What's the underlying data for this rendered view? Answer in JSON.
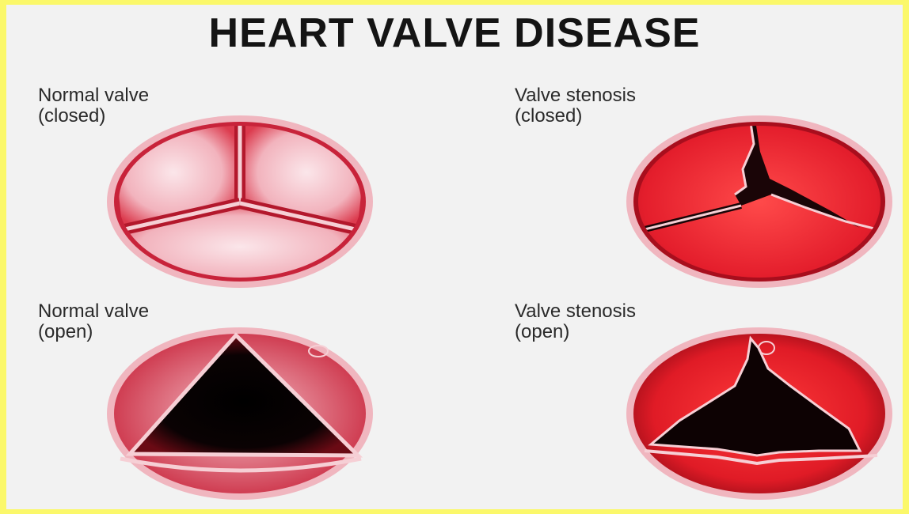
{
  "title": "HEART VALVE DISEASE",
  "panels": {
    "normal_closed": {
      "line1": "Normal valve",
      "line2": "(closed)"
    },
    "stenosis_closed": {
      "line1": "Valve stenosis",
      "line2": "(closed)"
    },
    "normal_open": {
      "line1": "Normal valve",
      "line2": "(open)"
    },
    "stenosis_open": {
      "line1": "Valve stenosis",
      "line2": "(open)"
    }
  }
}
